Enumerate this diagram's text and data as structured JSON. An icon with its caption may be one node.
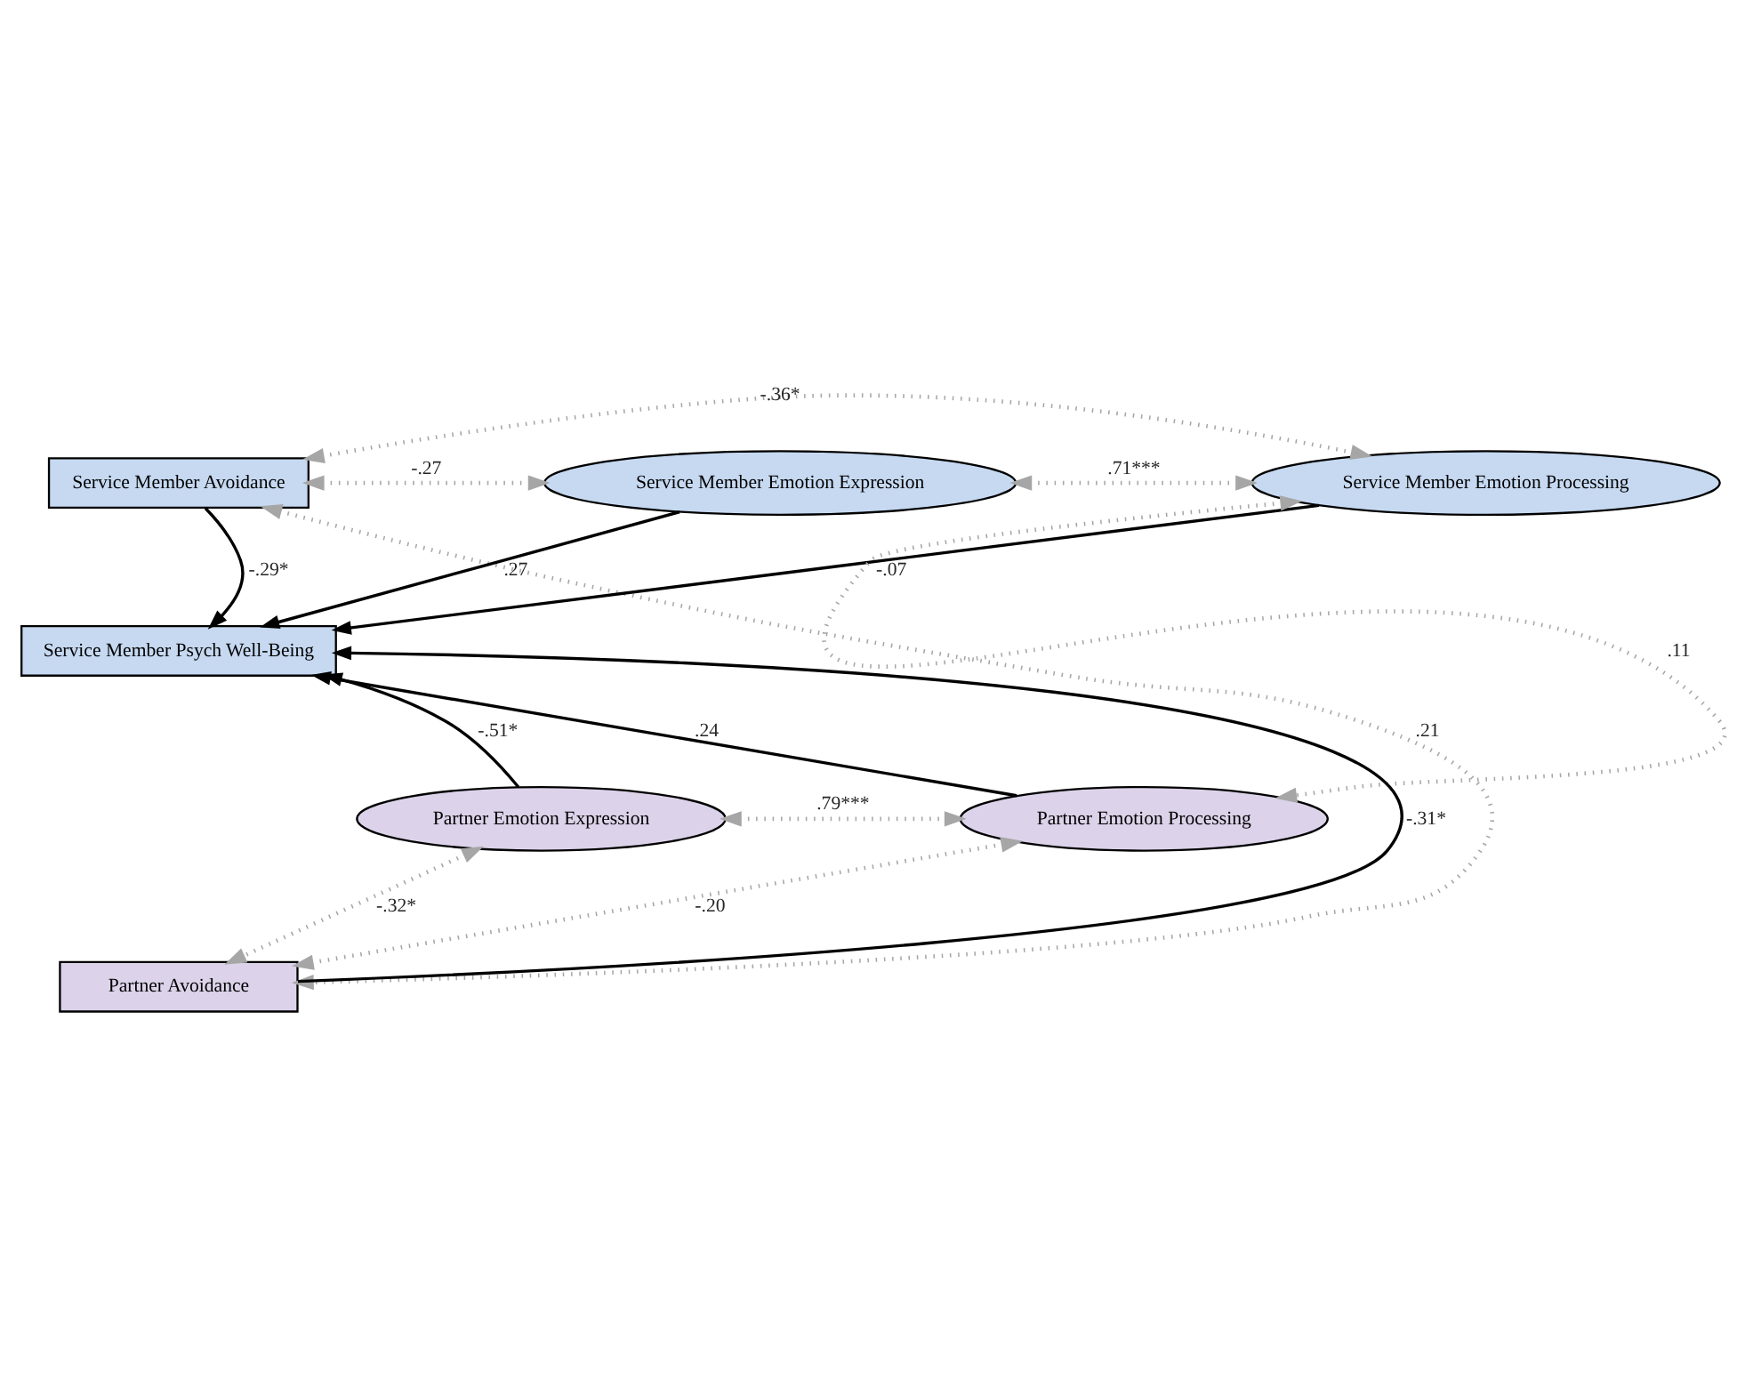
{
  "diagram": {
    "nodes": [
      {
        "text": [
          "Service Member Avoidance"
        ]
      },
      {
        "text": [
          "Service Member Emotion Expression"
        ]
      },
      {
        "text": [
          "Service Member Emotion Processing"
        ]
      },
      {
        "text": [
          "Service Member Psych Well-Being"
        ]
      },
      {
        "text": [
          "Partner Emotion Expression"
        ]
      },
      {
        "text": [
          "Partner Emotion Processing"
        ]
      },
      {
        "text": [
          "Partner Avoidance"
        ]
      }
    ],
    "edges": [
      {
        "from": 0,
        "to": 1,
        "arrow": "both",
        "label": "-.27",
        "style": "dashed"
      },
      {
        "from": 0,
        "to": 2,
        "arrow": "both",
        "label": "-.36*",
        "style": "dashed"
      },
      {
        "from": 1,
        "to": 2,
        "arrow": "both",
        "label": ".71***",
        "style": "dashed"
      },
      {
        "from": 1,
        "to": 3,
        "arrow": "to",
        "label": ".27",
        "color": "#000000"
      },
      {
        "from": 0,
        "to": 3,
        "arrow": "to",
        "label": "-.29*",
        "color": "#000000"
      },
      {
        "from": 2,
        "to": 3,
        "arrow": "to",
        "label": "-.07",
        "color": "#000000"
      },
      {
        "from": 2,
        "to": 5,
        "arrow": "both",
        "label": ".11",
        "style": "dashed"
      },
      {
        "from": 4,
        "to": 3,
        "arrow": "to",
        "label": "-.51*",
        "color": "#000000"
      },
      {
        "from": 6,
        "to": 3,
        "arrow": "to",
        "label": "-.31*",
        "color": "#000000"
      },
      {
        "from": 5,
        "to": 3,
        "arrow": "to",
        "label": ".24",
        "color": "#000000"
      },
      {
        "from": 0,
        "to": 6,
        "arrow": "both",
        "label": ".21",
        "style": "dashed"
      },
      {
        "from": 4,
        "to": 5,
        "arrow": "both",
        "label": ".79***",
        "style": "dashed"
      },
      {
        "from": 4,
        "to": 6,
        "arrow": "both",
        "label": "-.32*",
        "style": "dashed"
      },
      {
        "from": 6,
        "to": 5,
        "arrow": "both",
        "label": "-.20",
        "style": "dashed"
      }
    ]
  }
}
